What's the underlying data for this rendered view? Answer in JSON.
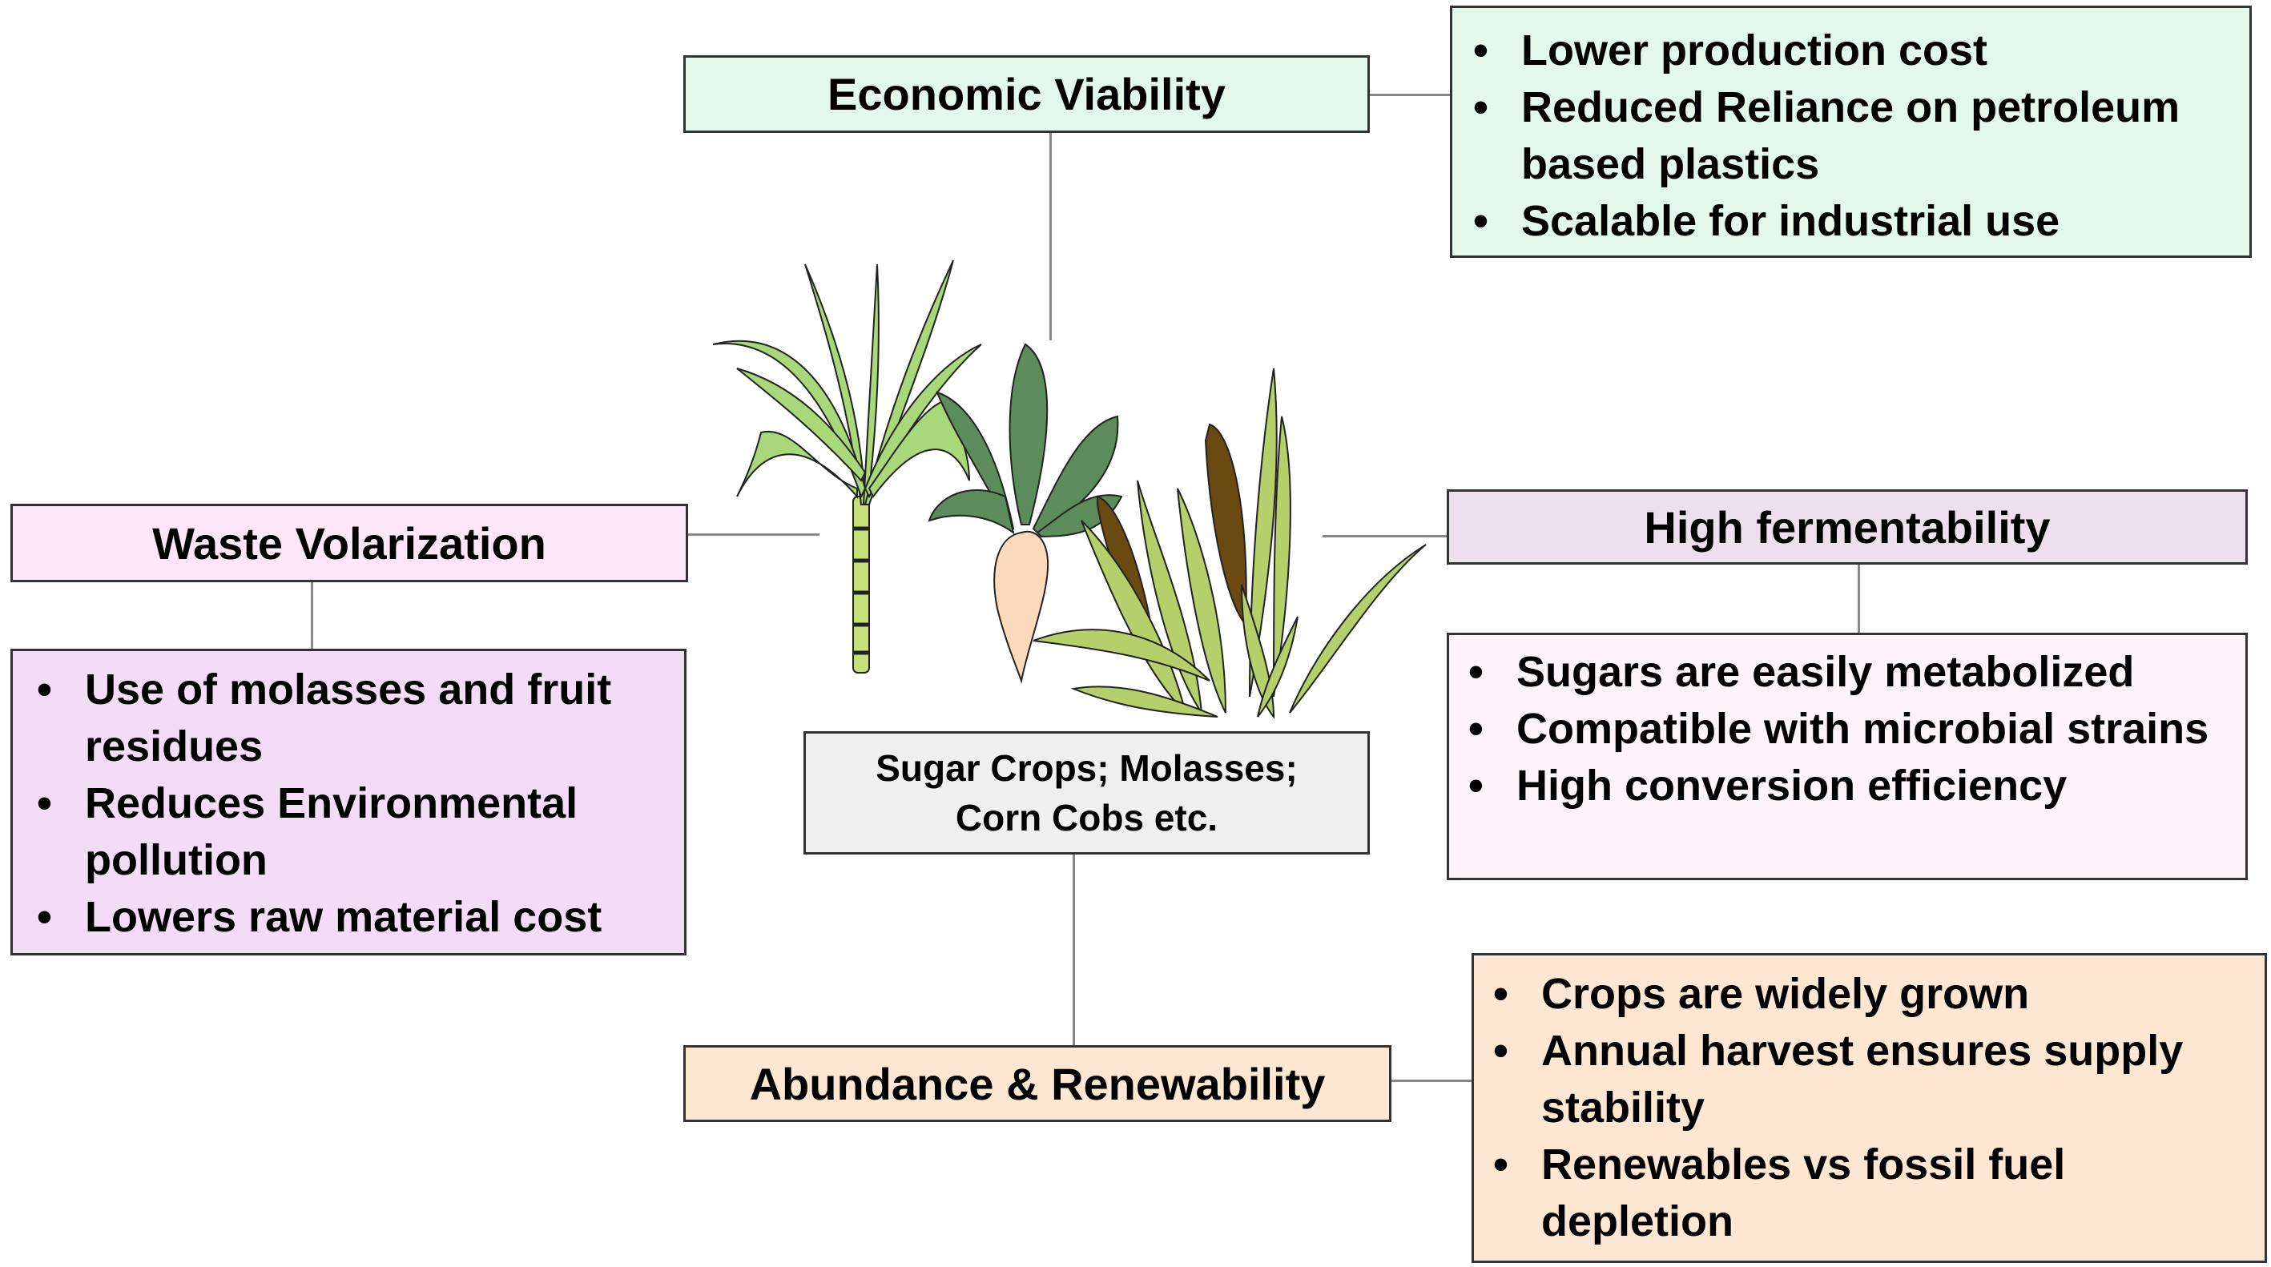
{
  "center": {
    "label": "Sugar Crops; Molasses; Corn Cobs etc."
  },
  "economic": {
    "title": "Economic Viability",
    "bullets": [
      "Lower production cost",
      "Reduced Reliance on petroleum based plastics",
      "Scalable for industrial use"
    ],
    "color": "#e3f7ec"
  },
  "waste": {
    "title": "Waste Volarization",
    "bullets": [
      "Use of molasses and fruit residues",
      "Reduces Environmental pollution",
      "Lowers raw material cost"
    ],
    "title_color": "#fde6f7",
    "color": "#f2dcf6"
  },
  "fermentability": {
    "title": "High fermentability",
    "bullets": [
      "Sugars are easily metabolized",
      "Compatible with microbial strains",
      "High conversion efficiency"
    ],
    "title_color": "#eedfee",
    "color": "#fdf3f8"
  },
  "abundance": {
    "title": "Abundance & Renewability",
    "bullets": [
      "Crops are widely grown",
      "Annual harvest ensures supply stability",
      "Renewables vs fossil fuel depletion"
    ],
    "color": "#fde7d3"
  }
}
